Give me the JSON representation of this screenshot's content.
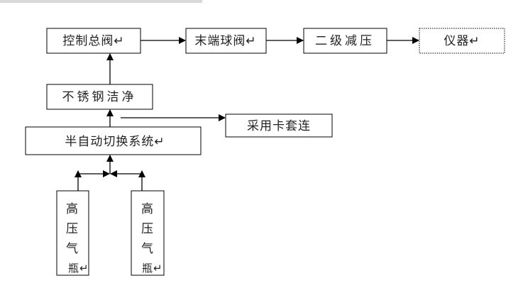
{
  "nodes": {
    "main_valve": "控制总阀↵",
    "end_ball_valve": "末端球阀↵",
    "secondary_reducer": "二级减压",
    "instrument": "仪器↵",
    "stainless_clean": "不锈钢洁净",
    "ferrule_connection": "采用卡套连",
    "auto_switch": "半自动切换系统↵",
    "cylinder_left": [
      "高",
      "压",
      "气",
      "瓶↵"
    ],
    "cylinder_right": [
      "高",
      "压",
      "气",
      "瓶↵"
    ]
  },
  "colors": {
    "line": "#000000",
    "text": "#222222"
  }
}
